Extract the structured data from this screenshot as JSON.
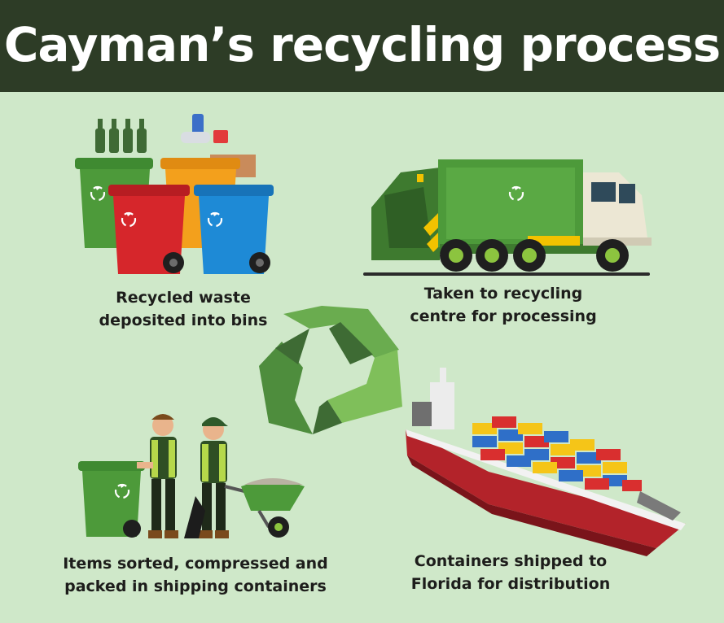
{
  "title": "Cayman’s recycling process",
  "steps": [
    {
      "line1": "Recycled waste",
      "line2": "deposited into bins"
    },
    {
      "line1": "Taken to recycling",
      "line2": "centre for processing"
    },
    {
      "line1": "Items sorted, compressed and",
      "line2": "packed in shipping containers"
    },
    {
      "line1": "Containers shipped to",
      "line2": "Florida for distribution"
    }
  ],
  "icons": [
    "recycling-bins-icon",
    "garbage-truck-icon",
    "recycle-symbol-icon",
    "workers-with-bin-and-wheelbarrow-icon",
    "container-ship-icon"
  ],
  "colors": {
    "background": "#cfe8c9",
    "title_band": "#2d3c26",
    "title_text": "#ffffff",
    "green": "#4d9a3a",
    "red": "#d6262b",
    "orange": "#f3a01c",
    "blue": "#1e8ad6"
  }
}
